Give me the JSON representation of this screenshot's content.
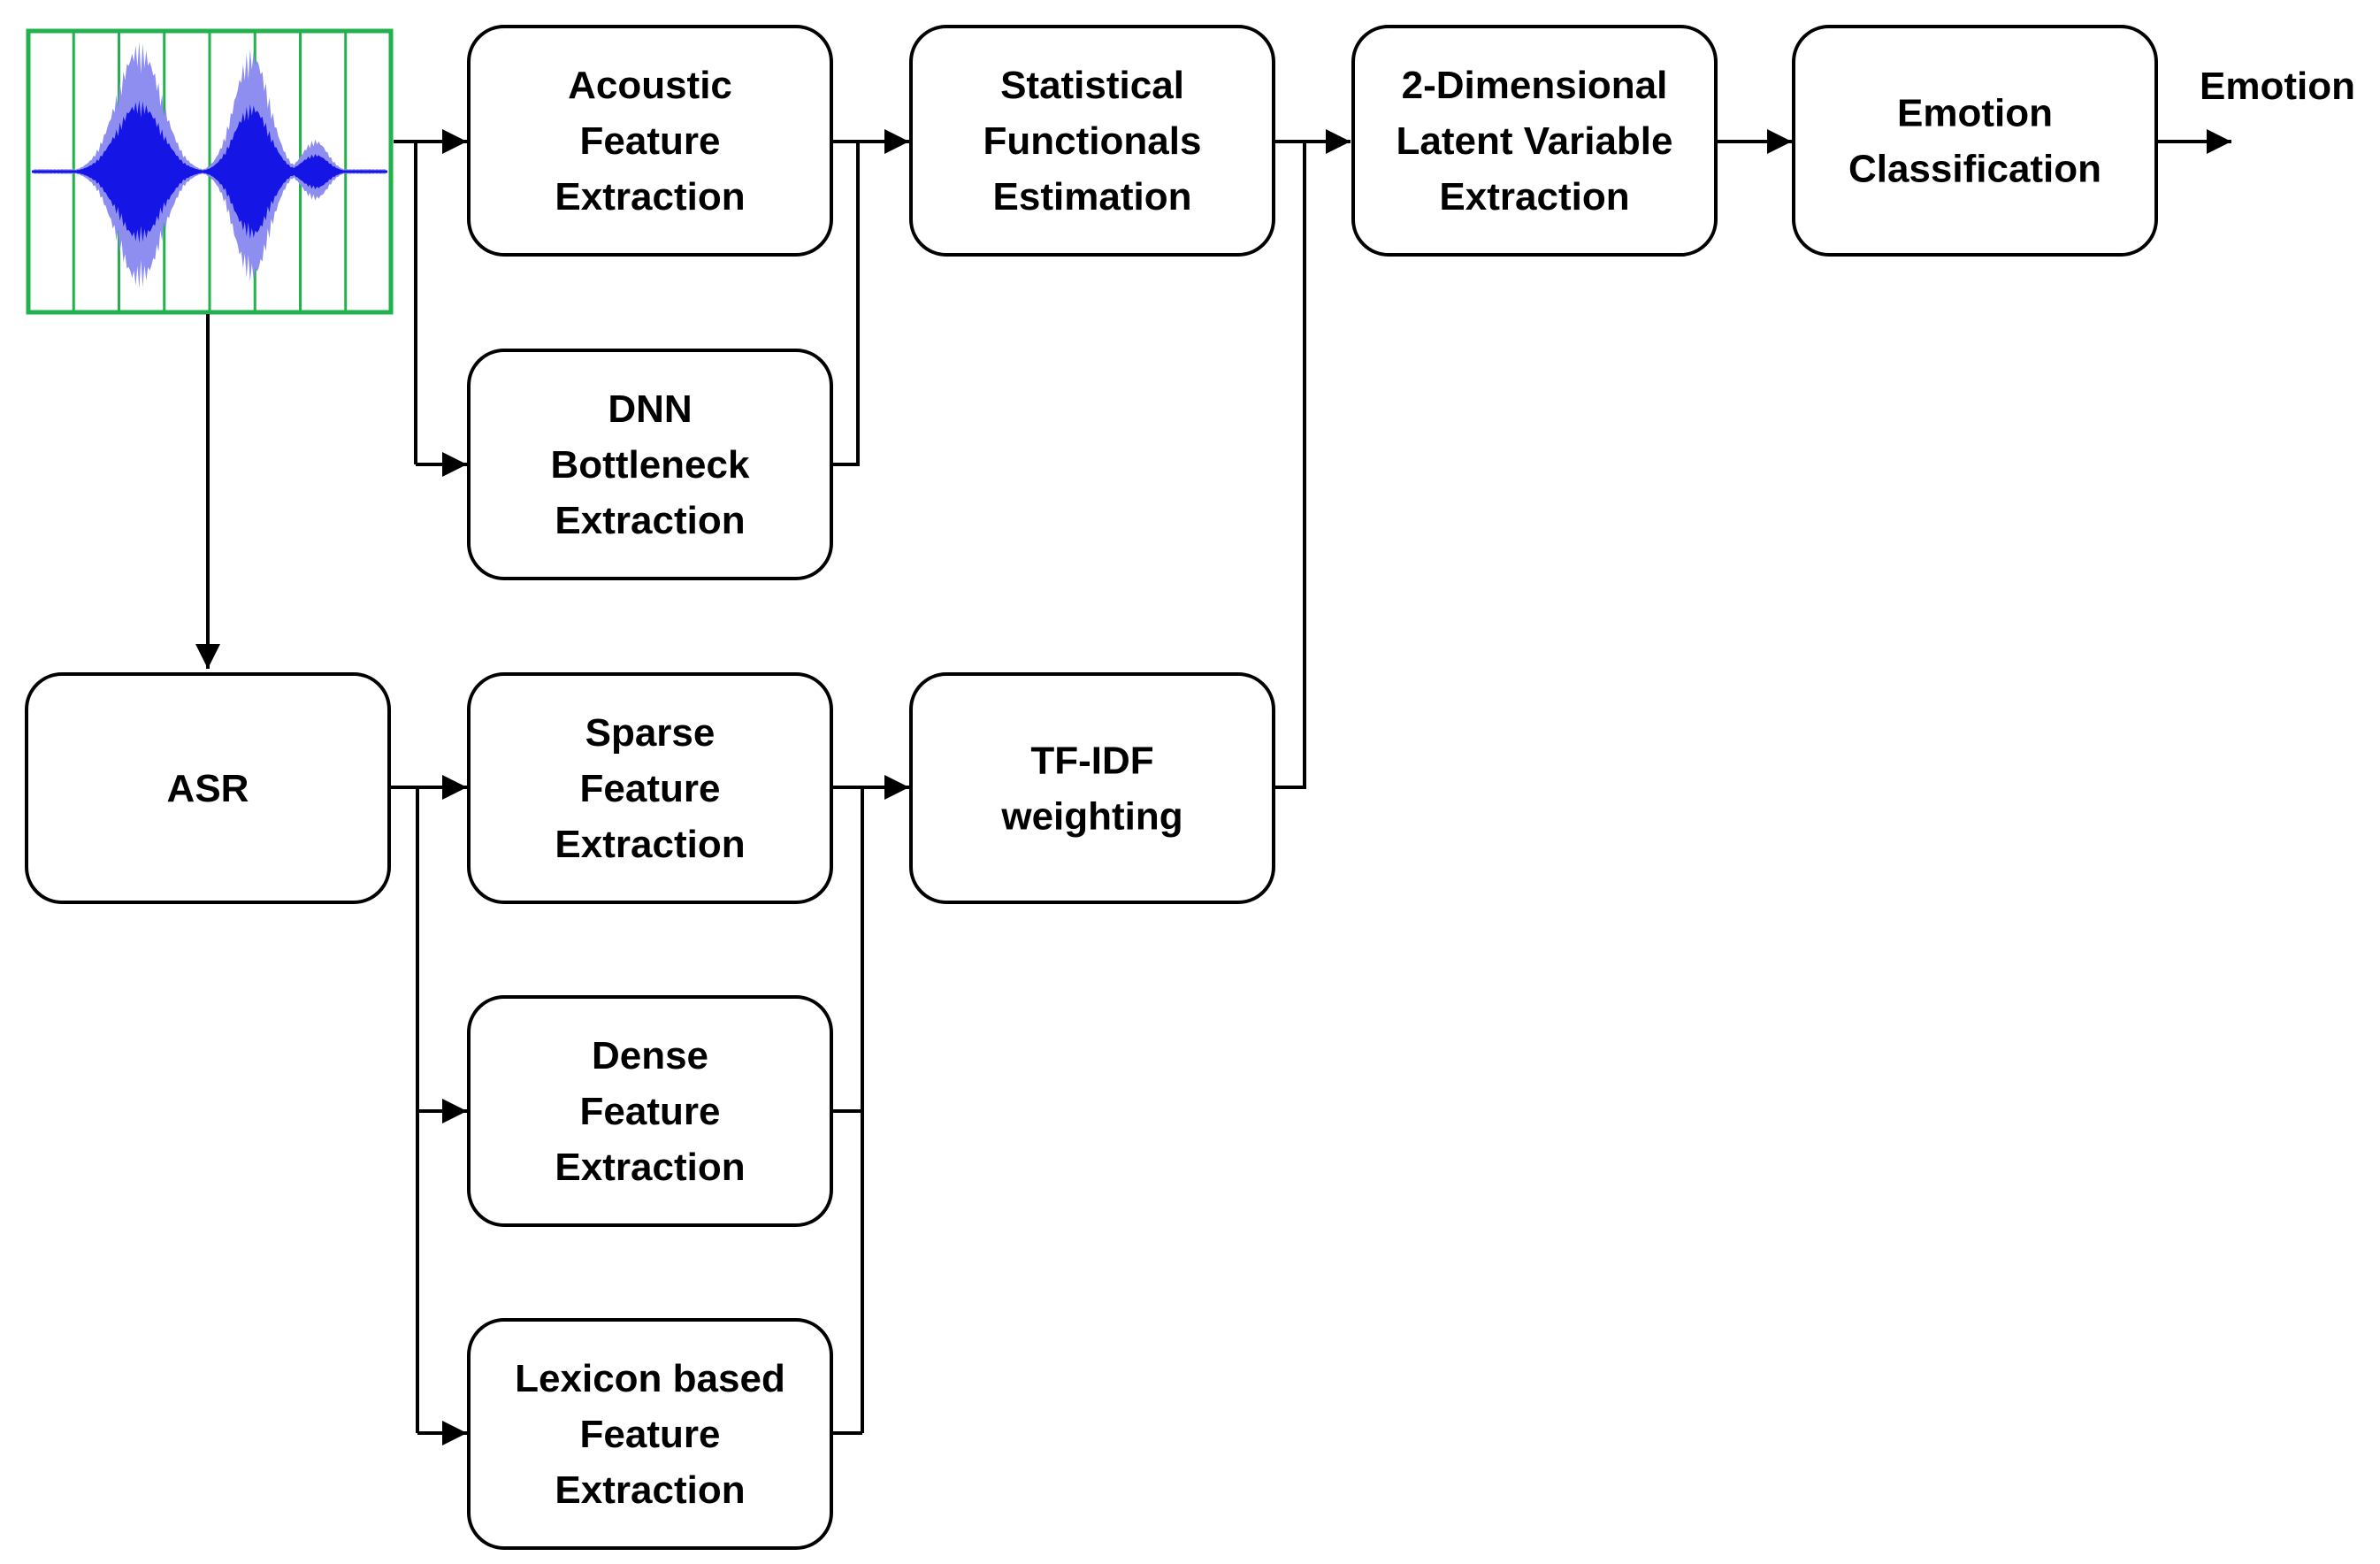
{
  "diagram": {
    "waveform": {
      "name": "speech-waveform",
      "colors": {
        "wave": "#1515e6",
        "envelope": "#8e8ef0",
        "grid": "#22b14c"
      }
    },
    "boxes": [
      {
        "id": "acoustic",
        "lines": [
          "Acoustic",
          "Feature",
          "Extraction"
        ]
      },
      {
        "id": "dnn",
        "lines": [
          "DNN",
          "Bottleneck",
          "Extraction"
        ]
      },
      {
        "id": "statistical",
        "lines": [
          "Statistical",
          "Functionals",
          "Estimation"
        ]
      },
      {
        "id": "latent",
        "lines": [
          "2-Dimensional",
          "Latent  Variable",
          "Extraction"
        ]
      },
      {
        "id": "emotion-classification",
        "lines": [
          "Emotion",
          "Classification"
        ]
      },
      {
        "id": "asr",
        "lines": [
          "ASR"
        ]
      },
      {
        "id": "sparse",
        "lines": [
          "Sparse",
          "Feature",
          "Extraction"
        ]
      },
      {
        "id": "tfidf",
        "lines": [
          "TF-IDF",
          "weighting"
        ]
      },
      {
        "id": "dense",
        "lines": [
          "Dense",
          "Feature",
          "Extraction"
        ]
      },
      {
        "id": "lexicon",
        "lines": [
          "Lexicon based",
          "Feature",
          "Extraction"
        ]
      }
    ],
    "output_label": "Emotion"
  }
}
